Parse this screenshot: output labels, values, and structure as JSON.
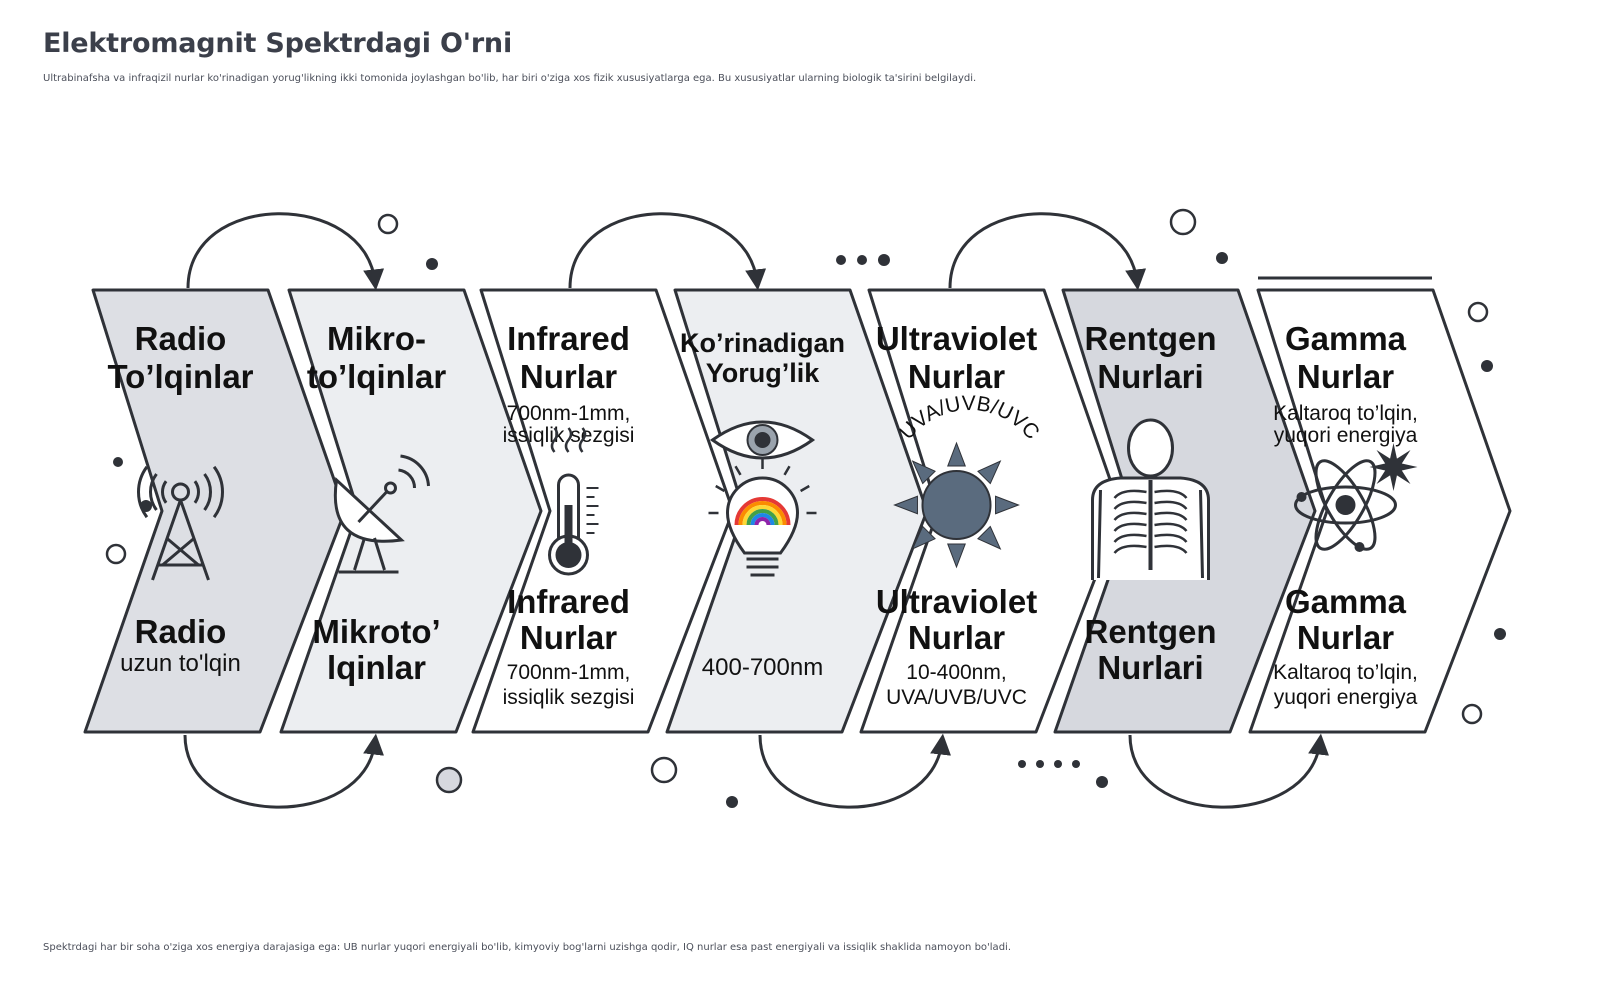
{
  "page": {
    "title": "Elektromagnit Spektrdagi O'rni",
    "subtitle": "Ultrabinafsha va infraqizil nurlar ko'rinadigan yorug'likning ikki tomonida joylashgan bo'lib, har biri o'ziga xos fizik xususiyatlarga ega. Bu xususiyatlar ularning biologik ta'sirini belgilaydi.",
    "footer": "Spektrdagi har bir soha o'ziga xos energiya darajasiga ega: UB nurlar yuqori energiyali bo'lib, kimyoviy bog'larni uzishga qodir, IQ nurlar esa past energiyali va issiqlik shaklida namoyon bo'ladi."
  },
  "diagram": {
    "panels": [
      {
        "id": "radio",
        "fill": "#dddfe4",
        "icon": "radio-tower-icon",
        "title_top": [
          "Radio",
          "To’lqinlar"
        ],
        "sub_top": [],
        "title_bottom": [
          "Radio"
        ],
        "sub_bottom": [
          "uzun to'lqin"
        ]
      },
      {
        "id": "microwave",
        "fill": "#eceef1",
        "icon": "satellite-dish-icon",
        "title_top": [
          "Mikro-",
          "to’lqinlar"
        ],
        "sub_top": [],
        "title_bottom": [
          "Mikroto’",
          "lqinlar"
        ],
        "sub_bottom": []
      },
      {
        "id": "infrared",
        "fill": "#ffffff",
        "icon": "thermometer-icon",
        "title_top": [
          "Infrared",
          "Nurlar"
        ],
        "sub_top": [
          "700nm-1mm,",
          "issiqlik sezgisi"
        ],
        "title_bottom": [
          "Infrared",
          "Nurlar"
        ],
        "sub_bottom": [
          "700nm-1mm,",
          "issiqlik sezgisi"
        ]
      },
      {
        "id": "visible",
        "fill": "#eceef1",
        "icon": "eye-lightbulb-icon",
        "title_top": [
          "Ko’rinadigan",
          "Yorug’lik"
        ],
        "sub_top": [],
        "title_bottom": [],
        "sub_bottom": [
          "400-700nm"
        ]
      },
      {
        "id": "ultraviolet",
        "fill": "#ffffff",
        "icon": "sun-icon",
        "arc_label": "UVA/UVB/UVC",
        "title_top": [
          "Ultraviolet",
          "Nurlar"
        ],
        "sub_top": [],
        "title_bottom": [
          "Ultraviolet",
          "Nurlar"
        ],
        "sub_bottom": [
          "10-400nm,",
          "UVA/UVB/UVC"
        ]
      },
      {
        "id": "xray",
        "fill": "#d6d8de",
        "icon": "skeleton-icon",
        "title_top": [
          "Rentgen",
          "Nurlari"
        ],
        "sub_top": [],
        "title_bottom": [
          "Rentgen",
          "Nurlari"
        ],
        "sub_bottom": []
      },
      {
        "id": "gamma",
        "fill": "#ffffff",
        "icon": "atom-burst-icon",
        "title_top": [
          "Gamma",
          "Nurlar"
        ],
        "sub_top": [
          "Kaltaroq to’lqin,",
          "yuqori energiya"
        ],
        "title_bottom": [
          "Gamma",
          "Nurlar"
        ],
        "sub_bottom": [
          "Kaltaroq to’lqin,",
          "yuqori energiya"
        ]
      }
    ],
    "colors": {
      "stroke": "#2f3238",
      "icon_fill": "#5a6b7e",
      "dot": "#2f3238"
    }
  }
}
